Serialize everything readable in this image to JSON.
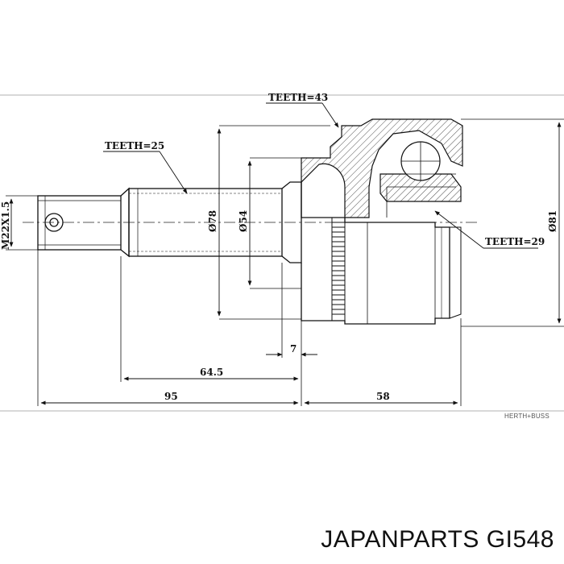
{
  "labels": {
    "teeth_43": "TEETH=43",
    "teeth_25": "TEETH=25",
    "teeth_29": "TEETH=29",
    "thread": "M22X1.5",
    "dia_78": "Ø78",
    "dia_54": "Ø54",
    "dia_81": "Ø81",
    "len_7": "7",
    "len_64_5": "64.5",
    "len_95": "95",
    "len_58": "58"
  },
  "watermark": "HERTH+BUSS",
  "caption": "JAPANPARTS GI548"
}
